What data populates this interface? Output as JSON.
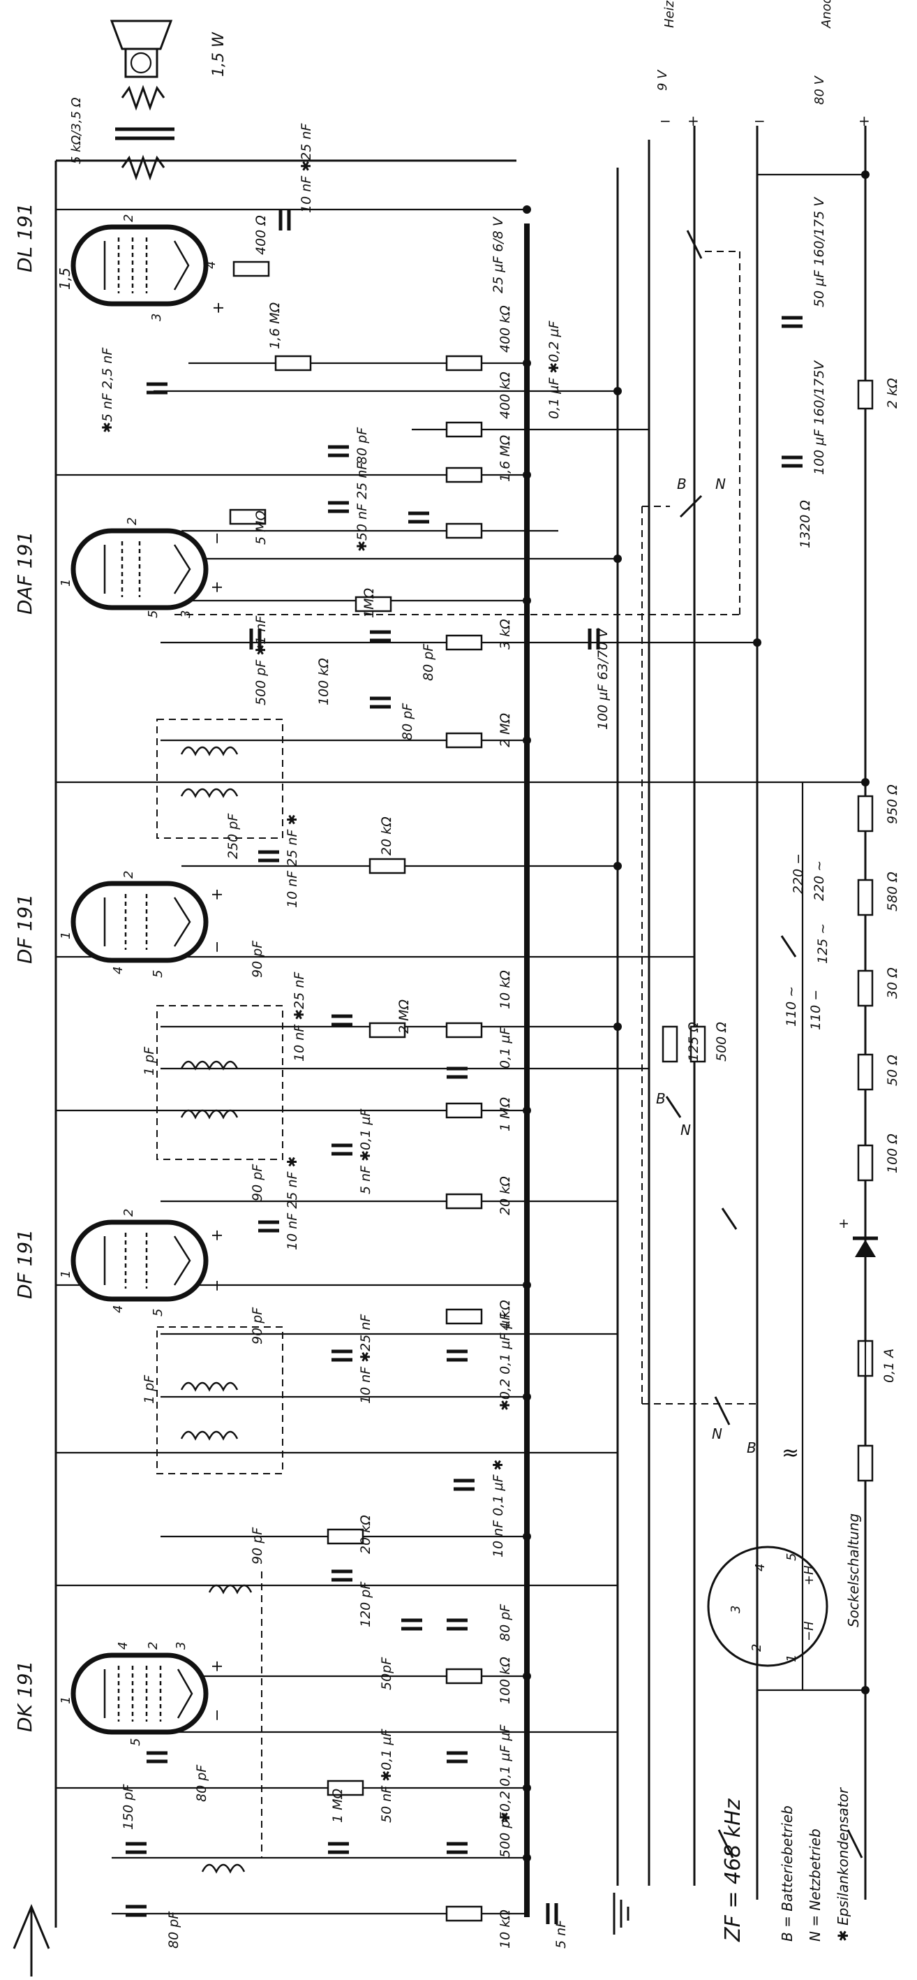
{
  "tubes": [
    {
      "id": "dk191",
      "name": "DK 191",
      "pins": [
        "1",
        "2",
        "3",
        "4",
        "5",
        "+",
        "−"
      ]
    },
    {
      "id": "df191a",
      "name": "DF 191",
      "pins": [
        "1",
        "2",
        "4",
        "5",
        "+",
        "−"
      ]
    },
    {
      "id": "df191b",
      "name": "DF 191",
      "pins": [
        "1",
        "2",
        "4",
        "5",
        "+",
        "−"
      ]
    },
    {
      "id": "daf191",
      "name": "DAF 191",
      "pins": [
        "1",
        "2",
        "3",
        "5",
        "+",
        "−"
      ]
    },
    {
      "id": "dl191",
      "name": "DL 191",
      "pins": [
        "1,5",
        "2",
        "3",
        "4",
        "+"
      ]
    }
  ],
  "labels": {
    "speaker_power": "1,5 W",
    "output_transformer": "5 kΩ/3,5 Ω",
    "heiz_voltage": "9 V",
    "heiz_name": "Heiz-batterie",
    "anoden_voltage": "80 V",
    "anoden_name": "Anoden-batterie",
    "minus": "−",
    "plus": "+",
    "b": "B",
    "n": "N",
    "ac_symbol": "≈"
  },
  "components": {
    "c_10nF_25nF_dl": "10 nF ✱25 nF",
    "r_400_dl": "400 Ω",
    "c_25uF": "25 µF 6/8 V",
    "c_50uF": "50 µF 160/175 V",
    "c_5nF_dl": "✱5 nF 2,5 nF",
    "r_1M6_a": "1,6 MΩ",
    "r_400k_a": "400 kΩ",
    "c_01_02uF": "0,1 µF ✱0,2 µF",
    "r_400k_b": "400 kΩ",
    "r_2k": "2 kΩ",
    "c_100uF": "100 µF 160/175V",
    "c_80pF_daf": "80 pF",
    "r_1M6_b": "1,6 MΩ",
    "r_5M": "5 MΩ",
    "c_50nF_25nF": "✱50 nF 25 nF",
    "r_1320": "1320 Ω",
    "pot_1M": "1MΩ",
    "c_500pF_1nF": "500 pF ✱1 nF",
    "r_100k_daf": "100 kΩ",
    "c_80pF_b": "80 pF",
    "r_3k": "3 kΩ",
    "c_100uF_63": "100 µF 63/70 V",
    "c_80pF_c": "80 pF",
    "r_2M_a": "2 MΩ",
    "c_250pF": "250 pF",
    "c_10nF_25nF_df": "10 nF 25 nF ✱",
    "r_20k_a": "20 kΩ",
    "r_950": "950 Ω",
    "r_580": "580 Ω",
    "r_30": "30 Ω",
    "r_50": "50 Ω",
    "r_100": "100 Ω",
    "tap_220": "220 −",
    "tap_220ac": "220 ~",
    "tap_125": "125 ~",
    "tap_110ac": "110 ~",
    "tap_110": "110 −",
    "c_90pF_a": "90 pF",
    "c_10nF_25nF_b": "10 nF ✱25 nF",
    "r_2M_b": "2 MΩ",
    "r_10k_a": "10 kΩ",
    "c_01uF_a": "0,1 µF",
    "r_1M_a": "1 MΩ",
    "c_1pF_a": "1 pF",
    "r_125": "125 Ω",
    "r_500": "500 Ω",
    "c_90pF_b": "90 pF",
    "c_5nF_01uF": "5 nF ✱0,1 µF",
    "r_20k_b": "20 kΩ",
    "c_10nF_25nF_c": "10 nF 25 nF ✱",
    "r_4k": "4 kΩ",
    "c_02_01uF": "✱0,2 0,1 µF µF",
    "c_10nF_25nF_d": "10 nF ✱25 nF",
    "c_90pF_c": "90 pF",
    "c_1pF_b": "1 pF",
    "c_90pF_d": "90 pF",
    "diode": "+",
    "fuse": "0,1 A",
    "c_10nF_01uF": "10 nF 0,1 µF ✱",
    "r_20k_c": "20 kΩ",
    "c_120pF": "120 pF",
    "c_80pF_dk": "80 pF",
    "c_50pF": "50pF",
    "r_100k_dk": "100 kΩ",
    "r_1M_dk": "1 MΩ",
    "c_50nF_01": "50 nF ✱0,1 µF",
    "c_02_01_dk": "✱0,2 0,1 µF µF",
    "c_150pF": "150 pF",
    "c_80pF_in": "80 pF",
    "c_80pF_ant": "80 pF",
    "c_500pF": "500 pF",
    "r_10k_ant": "10 kΩ",
    "c_5nF_gnd": "5 nF"
  },
  "base": {
    "title": "Sockelschaltung",
    "pins": [
      "1",
      "2",
      "3",
      "4",
      "5",
      "−H",
      "+H"
    ]
  },
  "legend": {
    "zf": "ZF = 468 kHz",
    "b": "B = Batteriebetrieb",
    "n": "N = Netzbetrieb",
    "star": "✱ Epsilankondensator"
  }
}
